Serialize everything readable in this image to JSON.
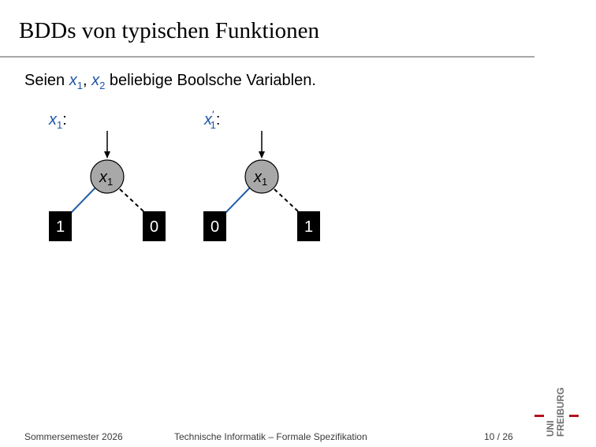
{
  "slide": {
    "title": "BDDs von typischen Funktionen",
    "intro": {
      "prefix": "Seien ",
      "var1": "x",
      "var1_sub": "1",
      "separator": ", ",
      "var2": "x",
      "var2_sub": "2",
      "suffix": " beliebige Boolsche Variablen."
    }
  },
  "diagrams": [
    {
      "label_var": "x",
      "label_sub": "1",
      "label_prime": "",
      "label_colon": ":",
      "node_var": "x",
      "node_sub": "1",
      "high_terminal": "1",
      "low_terminal": "0"
    },
    {
      "label_var": "x",
      "label_sub": "1",
      "label_prime": "′",
      "label_colon": ":",
      "node_var": "x",
      "node_sub": "1",
      "high_terminal": "0",
      "low_terminal": "1"
    }
  ],
  "footer": {
    "left": "Sommersemester 2026",
    "center": "Technische Informatik – Formale Spezifikation",
    "page": "10 / 26"
  },
  "logo": {
    "line1": "UNI",
    "line2": "FREIBURG"
  },
  "colors": {
    "label_blue": "#1f56a8",
    "high_edge_blue": "#1f5fa8",
    "node_fill": "#a8a8a8",
    "terminal_fill": "#000000",
    "rule_gray": "#a8a8a8",
    "logo_red": "#b0141e",
    "logo_gray": "#6f6f6f"
  }
}
